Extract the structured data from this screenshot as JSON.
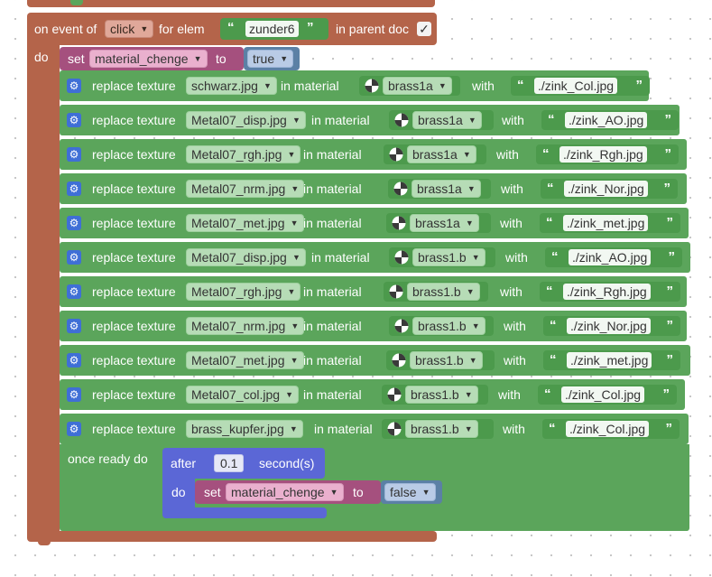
{
  "event": {
    "prefix": "on event of",
    "event_type": "click",
    "for_elem_label": "for elem",
    "elem_name": "zunder6",
    "in_parent_doc_label": "in parent doc",
    "check_mark": "✓",
    "do_label": "do"
  },
  "set_block": {
    "set_label": "set",
    "variable": "material_chenge",
    "to_label": "to",
    "value": "true"
  },
  "replace_rows": [
    {
      "label": "replace texture",
      "texture": "schwarz.jpg",
      "in_material": "in material",
      "material": "brass1a",
      "with": "with",
      "file": "./zink_Col.jpg"
    },
    {
      "label": "replace texture",
      "texture": "Metal07_disp.jpg",
      "in_material": "in material",
      "material": "brass1a",
      "with": "with",
      "file": "./zink_AO.jpg"
    },
    {
      "label": "replace texture",
      "texture": "Metal07_rgh.jpg",
      "in_material": "in material",
      "material": "brass1a",
      "with": "with",
      "file": "./zink_Rgh.jpg"
    },
    {
      "label": "replace texture",
      "texture": "Metal07_nrm.jpg",
      "in_material": "in material",
      "material": "brass1a",
      "with": "with",
      "file": "./zink_Nor.jpg"
    },
    {
      "label": "replace texture",
      "texture": "Metal07_met.jpg",
      "in_material": "in material",
      "material": "brass1a",
      "with": "with",
      "file": "./zink_met.jpg"
    },
    {
      "label": "replace texture",
      "texture": "Metal07_disp.jpg",
      "in_material": "in material",
      "material": "brass1.b",
      "with": "with",
      "file": "./zink_AO.jpg"
    },
    {
      "label": "replace texture",
      "texture": "Metal07_rgh.jpg",
      "in_material": "in material",
      "material": "brass1.b",
      "with": "with",
      "file": "./zink_Rgh.jpg"
    },
    {
      "label": "replace texture",
      "texture": "Metal07_nrm.jpg",
      "in_material": "in material",
      "material": "brass1.b",
      "with": "with",
      "file": "./zink_Nor.jpg"
    },
    {
      "label": "replace texture",
      "texture": "Metal07_met.jpg",
      "in_material": "in material",
      "material": "brass1.b",
      "with": "with",
      "file": "./zink_met.jpg"
    },
    {
      "label": "replace texture",
      "texture": "Metal07_col.jpg",
      "in_material": "in material",
      "material": "brass1.b",
      "with": "with",
      "file": "./zink_Col.jpg"
    },
    {
      "label": "replace texture",
      "texture": "brass_kupfer.jpg",
      "in_material": "in material",
      "material": "brass1.b",
      "with": "with",
      "file": "./zink_Col.jpg"
    }
  ],
  "once_ready": {
    "label": "once ready do",
    "after_label": "after",
    "seconds": "0.1",
    "seconds_label": "second(s)",
    "do_label": "do",
    "set_label": "set",
    "variable": "material_chenge",
    "to_label": "to",
    "value": "false"
  },
  "icons": {
    "gear": "gear-icon",
    "dropdown": "dropdown-caret-icon",
    "material": "material-ball-icon",
    "quote_open": "“",
    "quote_close": "”",
    "caret": "▼"
  },
  "colors": {
    "event_block": "#b4644a",
    "replace_block": "#5ba55b",
    "set_block": "#a5507e",
    "bool_block": "#5b80a5",
    "after_block": "#5b67d6",
    "gear_icon": "#3f6fd6"
  }
}
